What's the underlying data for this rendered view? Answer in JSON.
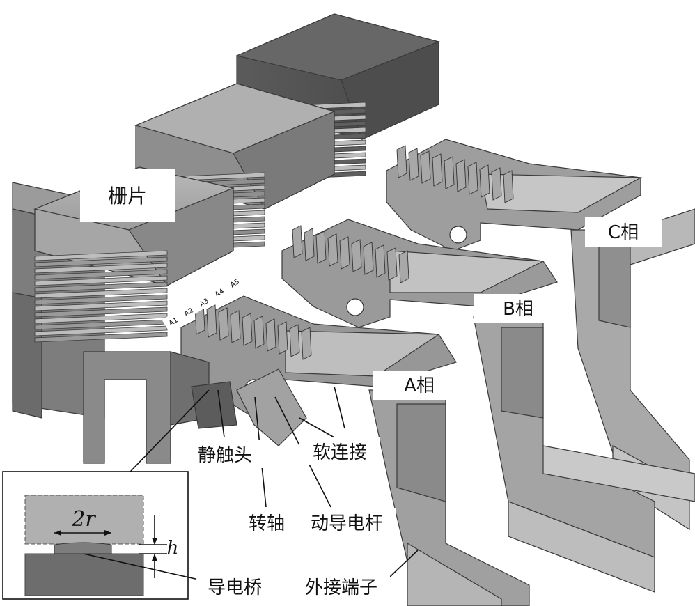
{
  "labels": {
    "grid_plates": "栅片",
    "phase_c": "C相",
    "phase_b": "B相",
    "phase_a": "A相",
    "static_contact": "静触头",
    "flexible_connection": "软连接",
    "rotating_shaft": "转轴",
    "moving_conductor_rod": "动导电杆",
    "external_terminal": "外接端子",
    "conductive_bridge": "导电桥"
  },
  "arc_positions": [
    "A1",
    "A2",
    "A3",
    "A4",
    "A5"
  ],
  "inset": {
    "diameter": "2r",
    "height": "h"
  },
  "colors": {
    "dark_face": "#5a5a5a",
    "mid_face": "#8c8c8c",
    "light_face": "#b4b4b4",
    "pale_face": "#cdcdcd",
    "edge": "#3a3a3a"
  }
}
